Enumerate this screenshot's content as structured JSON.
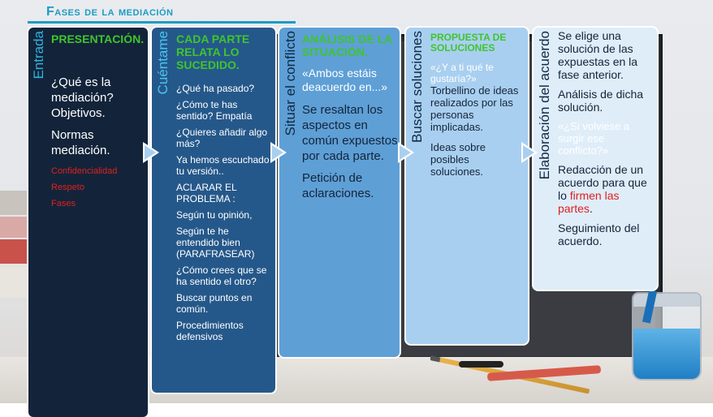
{
  "title": "Fases de la mediación",
  "cards": [
    {
      "side": "Entrada",
      "heading": "PRESENTACIÓN.",
      "lines": [
        "¿Qué es la mediación? Objetivos.",
        "Normas mediación."
      ],
      "red_items": [
        "Confidencialidad",
        "Respeto",
        "Fases"
      ]
    },
    {
      "side": "Cuéntame",
      "heading": "CADA PARTE RELATA LO SUCEDIDO.",
      "items": [
        "¿Qué ha pasado?",
        "¿Cómo te has sentido? Empatía",
        "¿Quieres añadir algo más?",
        "Ya hemos escuchado tu versión..",
        "ACLARAR EL PROBLEMA :",
        "Según tu opinión,",
        "Según te he entendido bien (PARAFRASEAR)",
        "¿Cómo crees que se ha sentido el otro?",
        "Buscar puntos en común.",
        "Procedimientos defensivos"
      ]
    },
    {
      "side": "Situar el conflicto",
      "heading": "ANÁLISIS DE LA SITUACIÓN.",
      "quote": "«Ambos estáis deacuerdo en...»",
      "lines": [
        "Se resaltan los aspectos en común expuestos por cada parte.",
        "Petición de aclaraciones."
      ]
    },
    {
      "side": "Buscar soluciones",
      "heading": "PROPUESTA DE SOLUCIONES",
      "quote": "«¿Y a ti qué te gustaría?»",
      "lines": [
        "Torbellino de ideas realizados por las personas implicadas.",
        "Ideas sobre posibles soluciones."
      ]
    },
    {
      "side": "Elaboración del acuerdo",
      "lines_a": [
        "Se elige una solución de las expuestas en la fase anterior.",
        "Análisis de dicha solución."
      ],
      "quote": "«¿Si volviese a surgir ese conflicto?»",
      "agreement_pre": "Redacción de un acuerdo para que lo ",
      "agreement_red": "firmen las partes",
      "agreement_post": ".",
      "last": "Seguimiento del acuerdo."
    }
  ],
  "colors": {
    "title": "#1c9cc4",
    "card1": "#13243a",
    "card2": "#25588a",
    "card3": "#5e9fd6",
    "card4": "#a9cff0",
    "card5": "#dfedf9",
    "heading_green": "#3fc52e",
    "red": "#e0201e"
  }
}
